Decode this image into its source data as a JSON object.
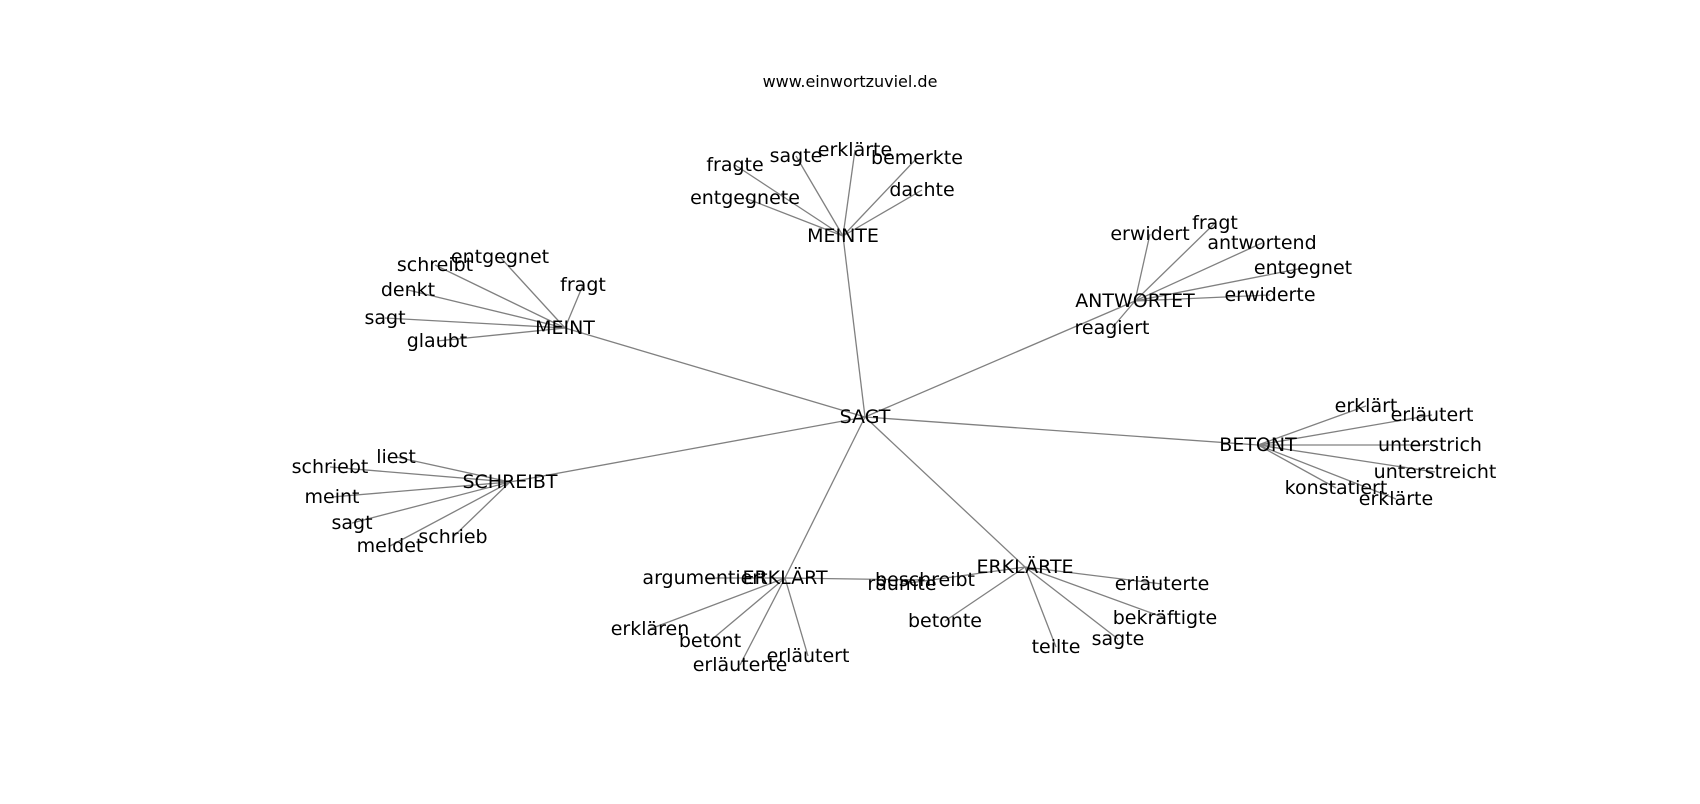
{
  "caption": "www.einwortzuviel.de",
  "center": "SAGT",
  "groups": [
    {
      "hub": "MEINTE",
      "leaves": [
        "fragte",
        "sagte",
        "erklärte",
        "bemerkte",
        "dachte",
        "entgegnete"
      ]
    },
    {
      "hub": "ANTWORTET",
      "leaves": [
        "erwidert",
        "fragt",
        "antwortend",
        "entgegnet",
        "erwiderte",
        "reagiert"
      ]
    },
    {
      "hub": "MEINT",
      "leaves": [
        "schreibt",
        "entgegnet",
        "fragt",
        "denkt",
        "sagt",
        "glaubt"
      ]
    },
    {
      "hub": "BETONT",
      "leaves": [
        "erklärt",
        "erläutert",
        "unterstrich",
        "unterstreicht",
        "konstatiert",
        "erklärte"
      ]
    },
    {
      "hub": "SCHREIBT",
      "leaves": [
        "liest",
        "schriebt",
        "meint",
        "sagt",
        "meldet",
        "schrieb"
      ]
    },
    {
      "hub": "ERKLÄRT",
      "leaves": [
        "argumentiert",
        "beschreibt",
        "erklären",
        "betont",
        "erläuterte",
        "erläutert"
      ]
    },
    {
      "hub": "ERKLÄRTE",
      "leaves": [
        "räumte",
        "erläuterte",
        "bekräftigte",
        "sagte",
        "teilte",
        "betonte"
      ]
    }
  ]
}
